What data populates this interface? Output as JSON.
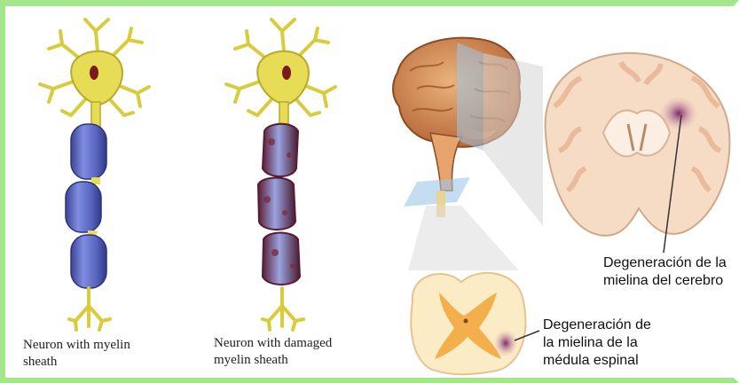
{
  "captions": {
    "healthy_line1": "Neuron with myelin",
    "healthy_line2": "sheath",
    "damaged_line1": "Neuron with damaged",
    "damaged_line2": "myelin sheath"
  },
  "annotations": {
    "brain_line1": "Degeneración de la",
    "brain_line2": "mielina del cerebro",
    "spinal_line1": "Degeneración de",
    "spinal_line2": "la mielina de la",
    "spinal_line3": "médula espinal"
  },
  "colors": {
    "frame": "#a6e68a",
    "neuron_body": "#e7dc55",
    "myelin": "#5f6bc4",
    "damaged_myelin": "#7a2e46",
    "brain": "#d9955e",
    "lesion": "#8a3a78"
  }
}
